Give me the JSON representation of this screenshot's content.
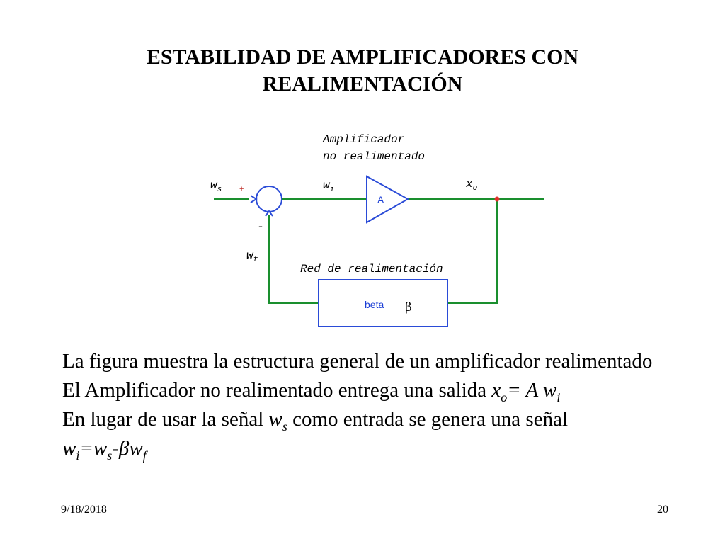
{
  "slide": {
    "title_line1": "ESTABILIDAD DE AMPLIFICADORES CON",
    "title_line2": "REALIMENTACIÓN",
    "date": "9/18/2018",
    "page_number": "20"
  },
  "diagram": {
    "amp_label_line1": "Amplificador",
    "amp_label_line2": "no realimentado",
    "amp_symbol": "A",
    "input_label": "w",
    "input_sub": "s",
    "plus_sign": "+",
    "minus_sign": "-",
    "error_label": "w",
    "error_sub": "i",
    "output_label": "x",
    "output_sub": "o",
    "feedback_label": "w",
    "feedback_sub": "f",
    "network_label": "Red de realimentación",
    "beta_text": "beta",
    "beta_symbol": "β",
    "colors": {
      "wire": "#1a8f2e",
      "block": "#2a4bd7",
      "node": "#e0302a"
    }
  },
  "paragraphs": {
    "p1": "La figura muestra la estructura general de un amplificador realimentado",
    "p2_prefix": "El Amplificador no realimentado entrega una salida ",
    "p2_x": "x",
    "p2_x_sub": "o",
    "p2_eq": "= A w",
    "p2_w_sub": "i",
    "p3_prefix": "En lugar de usar la señal ",
    "p3_w": "w",
    "p3_w_sub": "s",
    "p3_suffix": " como entrada se genera una señal",
    "p4_w1": "w",
    "p4_w1_sub": "i",
    "p4_eq": "=w",
    "p4_w2_sub": "s",
    "p4_minus_beta": "-βw",
    "p4_w3_sub": "f"
  }
}
